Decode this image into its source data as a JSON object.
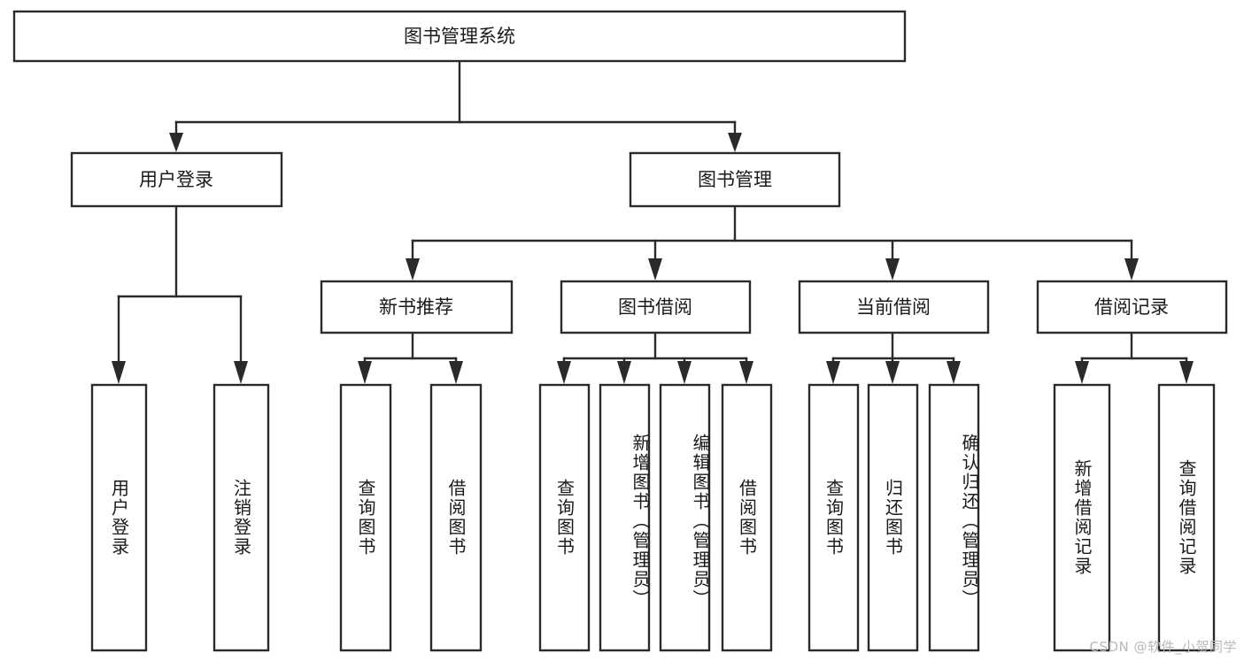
{
  "diagram": {
    "title": "图书管理系统",
    "type": "hierarchy-tree",
    "watermark": "CSDN @软件_小贺同学",
    "colors": {
      "stroke": "#2a2a2a",
      "box_fill": "#ffffff",
      "text": "#1a1a1a",
      "background": "#ffffff",
      "watermark": "#b9b9b9"
    },
    "levels": [
      {
        "level": 1,
        "orientation": "horizontal",
        "nodes": [
          {
            "id": "root",
            "label": "图书管理系统"
          }
        ]
      },
      {
        "level": 2,
        "orientation": "horizontal",
        "nodes": [
          {
            "id": "login",
            "label": "用户登录",
            "parent": "root"
          },
          {
            "id": "bookmgmt",
            "label": "图书管理",
            "parent": "root"
          }
        ]
      },
      {
        "level": 3,
        "orientation": "horizontal",
        "nodes": [
          {
            "id": "newbook",
            "label": "新书推荐",
            "parent": "bookmgmt"
          },
          {
            "id": "borrow",
            "label": "图书借阅",
            "parent": "bookmgmt"
          },
          {
            "id": "current",
            "label": "当前借阅",
            "parent": "bookmgmt"
          },
          {
            "id": "records",
            "label": "借阅记录",
            "parent": "bookmgmt"
          }
        ]
      },
      {
        "level": 4,
        "orientation": "vertical",
        "nodes": [
          {
            "id": "leaf1",
            "label": "用户登录",
            "parent": "login"
          },
          {
            "id": "leaf2",
            "label": "注销登录",
            "parent": "login"
          },
          {
            "id": "leaf3",
            "label": "查询图书",
            "parent": "newbook"
          },
          {
            "id": "leaf4",
            "label": "借阅图书",
            "parent": "newbook"
          },
          {
            "id": "leaf5",
            "label": "查询图书",
            "parent": "borrow"
          },
          {
            "id": "leaf6",
            "label": "新增图书（管理员）",
            "parent": "borrow"
          },
          {
            "id": "leaf7",
            "label": "编辑图书（管理员）",
            "parent": "borrow"
          },
          {
            "id": "leaf8",
            "label": "借阅图书",
            "parent": "borrow"
          },
          {
            "id": "leaf9",
            "label": "查询图书",
            "parent": "current"
          },
          {
            "id": "leaf10",
            "label": "归还图书",
            "parent": "current"
          },
          {
            "id": "leaf11",
            "label": "确认归还（管理员）",
            "parent": "current"
          },
          {
            "id": "leaf12",
            "label": "新增借阅记录",
            "parent": "records"
          },
          {
            "id": "leaf13",
            "label": "查询借阅记录",
            "parent": "records"
          }
        ]
      }
    ]
  }
}
